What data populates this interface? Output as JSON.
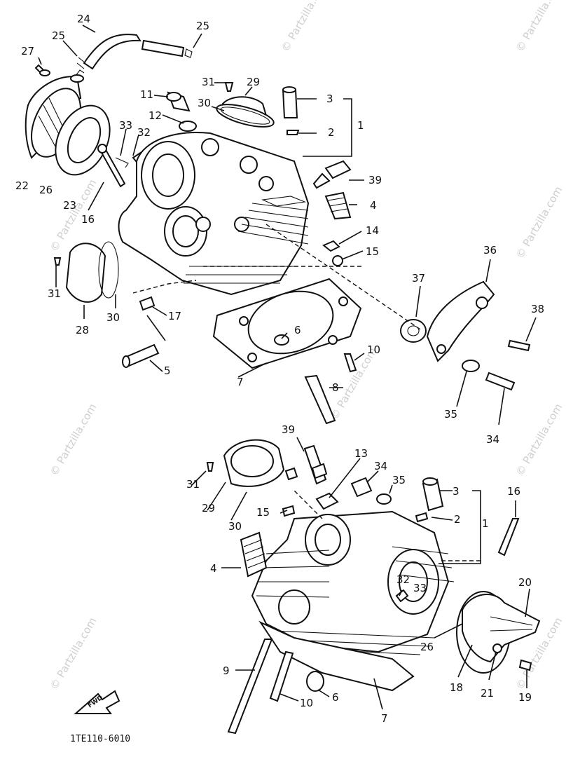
{
  "diagram": {
    "doc_code": "1TE110-6010",
    "watermark": "© Partzilla.com",
    "forward_marker": "FWD",
    "callouts": [
      "1",
      "2",
      "3",
      "4",
      "5",
      "6",
      "7",
      "8",
      "9",
      "10",
      "11",
      "12",
      "13",
      "14",
      "15",
      "16",
      "17",
      "18",
      "19",
      "20",
      "21",
      "22",
      "23",
      "24",
      "25",
      "26",
      "27",
      "28",
      "29",
      "30",
      "31",
      "32",
      "33",
      "34",
      "35",
      "36",
      "37",
      "38",
      "39"
    ]
  },
  "labels": {
    "l24": "24",
    "l25a": "25",
    "l25b": "25",
    "l27": "27",
    "l31a": "31",
    "l29a": "29",
    "l30a": "30",
    "l3a": "3",
    "l1a": "1",
    "l2a": "2",
    "l11": "11",
    "l12": "12",
    "l33a": "33",
    "l32a": "32",
    "l22": "22",
    "l26a": "26",
    "l23": "23",
    "l16a": "16",
    "l39a": "39",
    "l4a": "4",
    "l14": "14",
    "l15a": "15",
    "l36": "36",
    "l37": "37",
    "l31b": "31",
    "l30b": "30",
    "l28": "28",
    "l17": "17",
    "l6a": "6",
    "l38": "38",
    "l10a": "10",
    "l5": "5",
    "l7a": "7",
    "l8": "8",
    "l35a": "35",
    "l34a": "34",
    "l39b": "39",
    "l13": "13",
    "l34b": "34",
    "l35b": "35",
    "l3b": "3",
    "l31c": "31",
    "l29b": "29",
    "l30c": "30",
    "l15b": "15",
    "l2b": "2",
    "l1b": "1",
    "l16b": "16",
    "l4b": "4",
    "l32b": "32",
    "l33b": "33",
    "l20": "20",
    "l9": "9",
    "l26b": "26",
    "l18": "18",
    "l21": "21",
    "l19": "19",
    "l10b": "10",
    "l6b": "6",
    "l7b": "7"
  }
}
